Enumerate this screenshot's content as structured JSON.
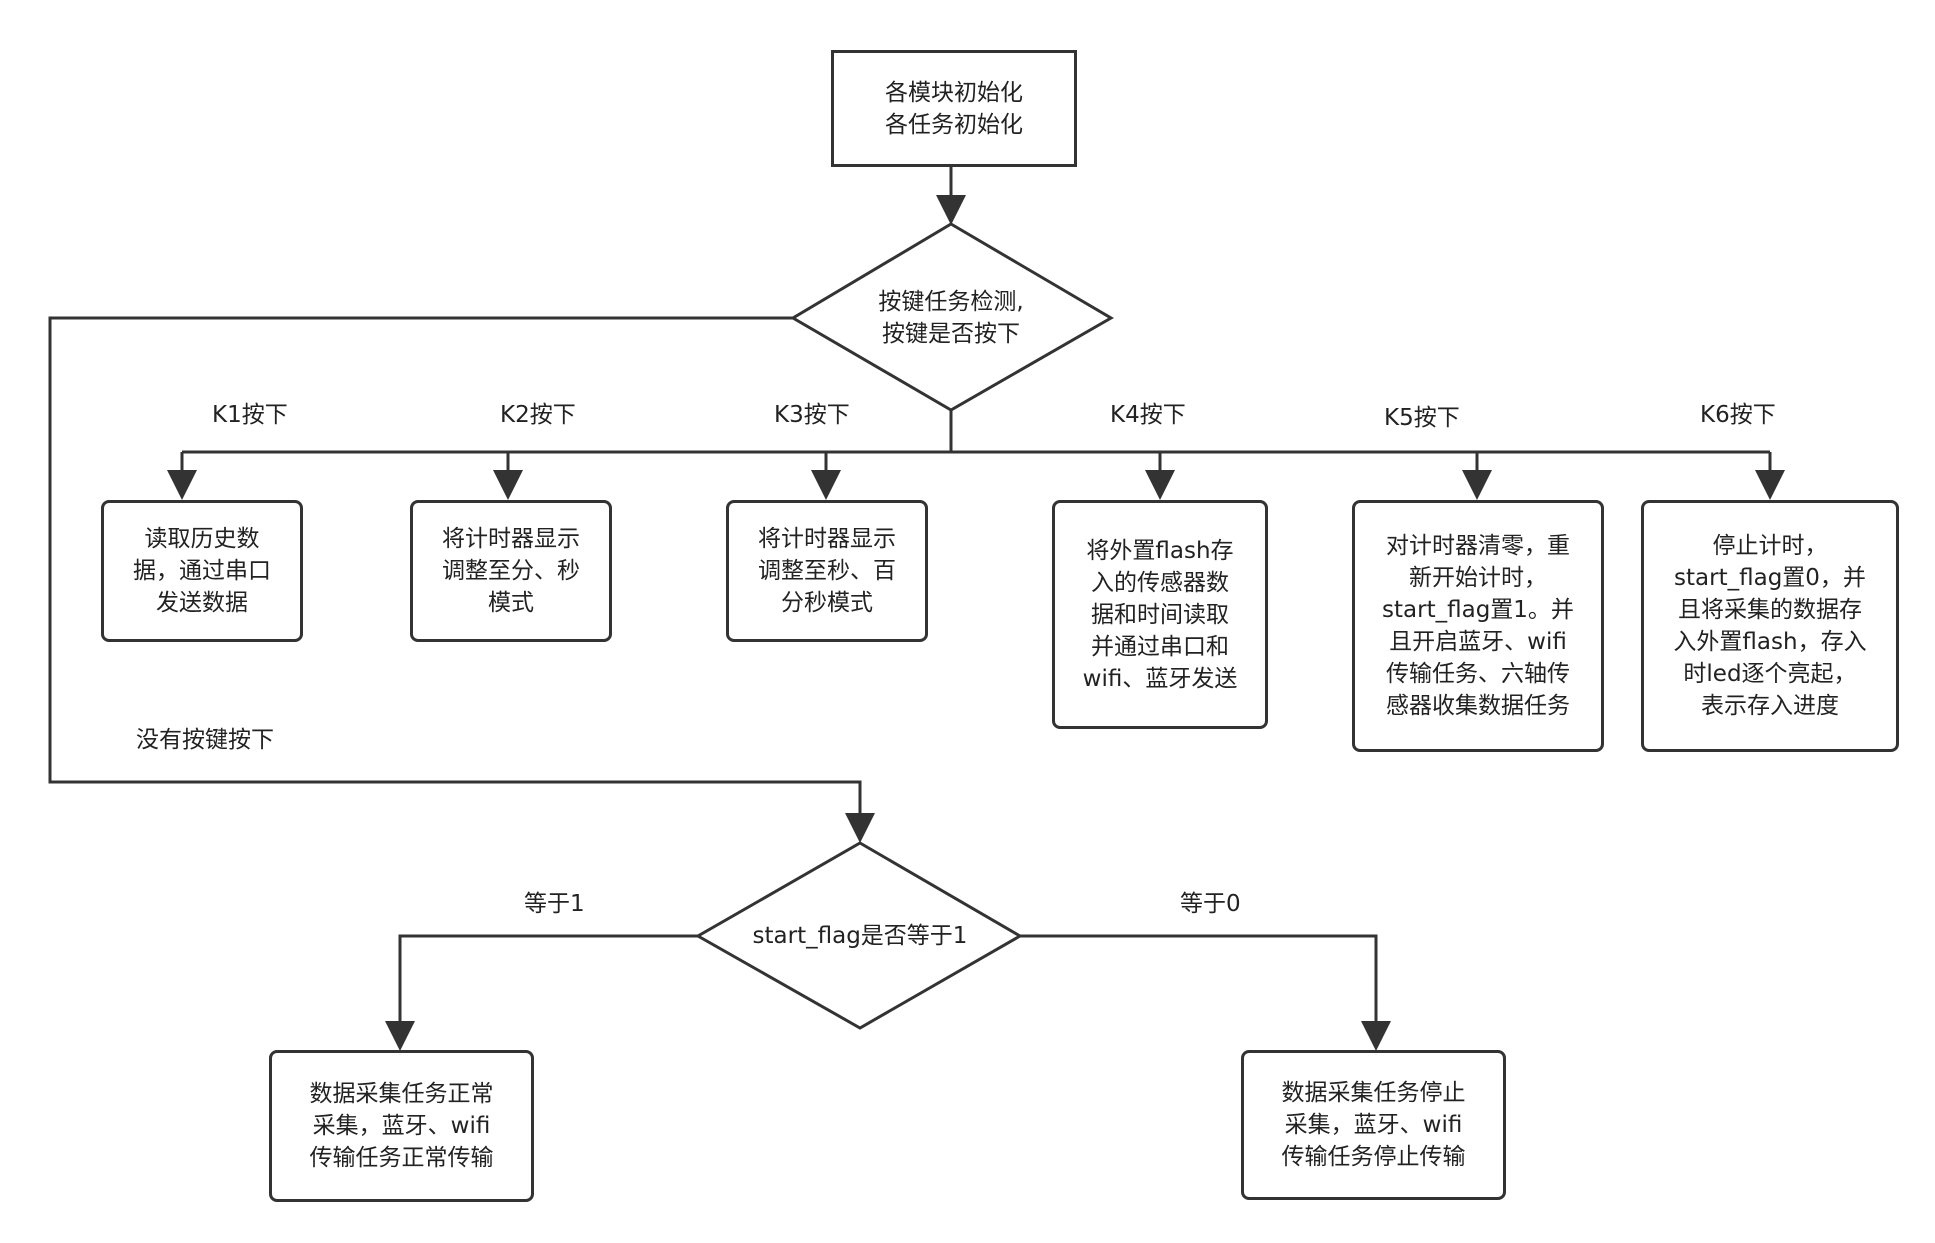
{
  "nodes": {
    "init": "各模块初始化\n各任务初始化",
    "key_check": "按键任务检测,\n按键是否按下",
    "k1_action": "读取历史数\n据，通过串口\n发送数据",
    "k2_action": "将计时器显示\n调整至分、秒\n模式",
    "k3_action": "将计时器显示\n调整至秒、百\n分秒模式",
    "k4_action": "将外置flash存\n入的传感器数\n据和时间读取\n并通过串口和\nwifi、蓝牙发送",
    "k5_action": "对计时器清零，重\n新开始计时，\nstart_flag置1。并\n且开启蓝牙、wifi\n传输任务、六轴传\n感器收集数据任务",
    "k6_action": "停止计时，\nstart_flag置0，并\n且将采集的数据存\n入外置flash，存入\n时led逐个亮起，\n表示存入进度",
    "flag_check": "start_flag是否等于1",
    "collect_normal": "数据采集任务正常\n采集，蓝牙、wifi\n传输任务正常传输",
    "collect_stop": "数据采集任务停止\n采集，蓝牙、wifi\n传输任务停止传输"
  },
  "edge_labels": {
    "k1": "K1按下",
    "k2": "K2按下",
    "k3": "K3按下",
    "k4": "K4按下",
    "k5": "K5按下",
    "k6": "K6按下",
    "no_key": "没有按键按下",
    "eq1": "等于1",
    "eq0": "等于0"
  },
  "colors": {
    "stroke": "#333333",
    "text": "#222222",
    "background": "#ffffff"
  }
}
